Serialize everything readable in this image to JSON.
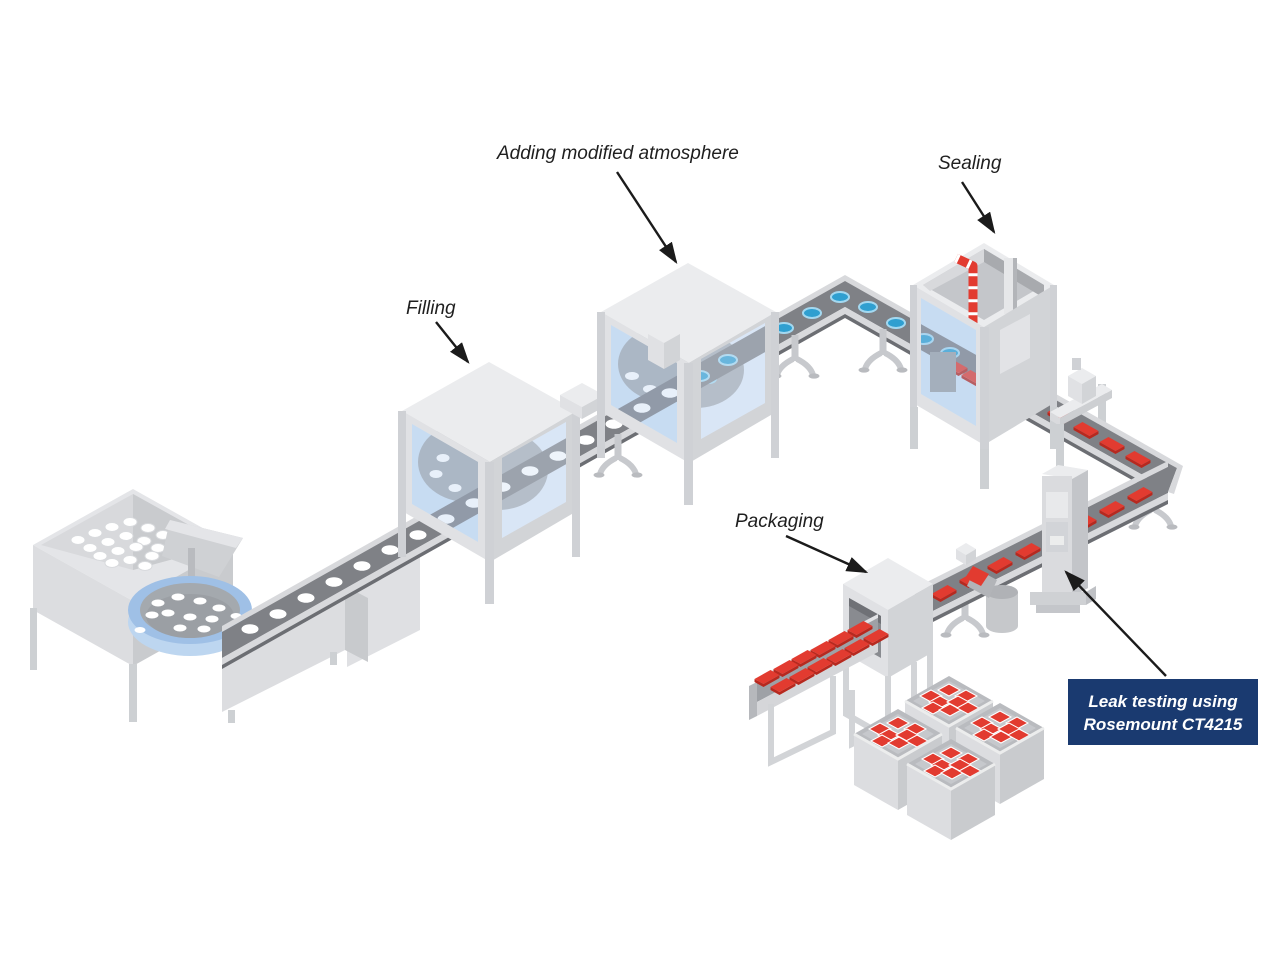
{
  "diagram": {
    "labels": {
      "filling": "Filling",
      "modified_atmosphere": "Adding modified atmosphere",
      "sealing": "Sealing",
      "packaging": "Packaging"
    },
    "callout": {
      "line1": "Leak testing using",
      "line2": "Rosemount CT4215"
    },
    "colors": {
      "red": "#e23b30",
      "red_dark": "#b7291f",
      "cup_blue": "#2f9fd0",
      "navy": "#1a3a70",
      "window_left": "#b7d1ee",
      "window_right": "#cfe0f5",
      "belt": "#7f8186",
      "label_text": "#1f1f1f"
    }
  }
}
